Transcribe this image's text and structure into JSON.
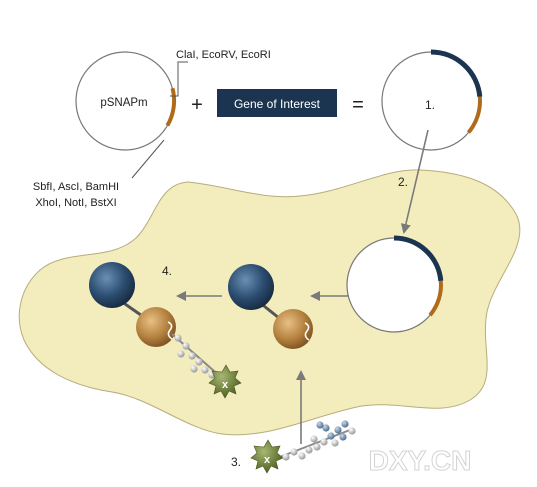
{
  "plasmid": {
    "name": "pSNAPm",
    "sites_top": "ClaI, EcoRV, EcoRI",
    "sites_bottom_line1": "SbfI, AscI, BamHI",
    "sites_bottom_line2": "XhoI, NotI, BstXI"
  },
  "equation": {
    "plus": "+",
    "gene_label": "Gene of Interest",
    "equals": "="
  },
  "steps": {
    "step1": "1.",
    "step2": "2.",
    "step3": "3.",
    "step4": "4."
  },
  "substrate": {
    "label_glyph": "x"
  },
  "watermark": "DXY.CN",
  "colors": {
    "navy": "#1b3450",
    "orange": "#b06a1c",
    "cell": "#f3ecbd",
    "sphere_blue": "#2c4f73",
    "sphere_brown": "#b4803e",
    "green_tag": "#6b7d3a",
    "arrow": "#7a7a7a",
    "line": "#555555"
  }
}
